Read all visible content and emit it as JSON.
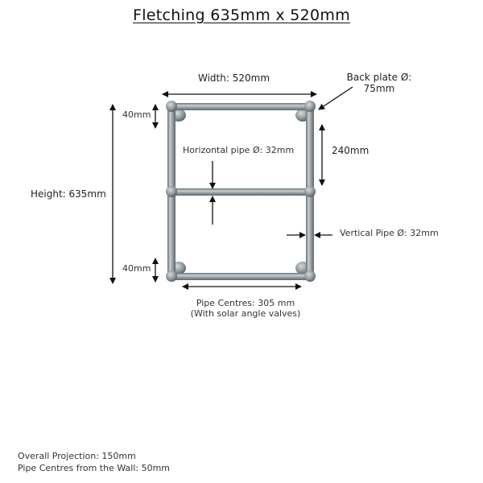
{
  "title": "Fletching 635mm x 520mm",
  "dimensions": {
    "width": "Width: 520mm",
    "back_plate_line1": "Back plate Ø:",
    "back_plate_line2": "75mm",
    "top_gap": "40mm",
    "rail_spacing": "240mm",
    "horizontal_pipe": "Horizontal pipe Ø:  32mm",
    "height": "Height: 635mm",
    "vertical_pipe": "Vertical Pipe Ø: 32mm",
    "bottom_gap": "40mm",
    "pipe_centres_line1": "Pipe Centres: 305 mm",
    "pipe_centres_line2": "(With solar angle valves)"
  },
  "footer": {
    "overall_projection": "Overall Projection: 150mm",
    "pipe_centres_wall": "Pipe Centres from the Wall: 50mm"
  },
  "colors": {
    "pipe": "#8e969a",
    "pipe_dark": "#5f676b",
    "pipe_light": "#c9cfd2",
    "dimension_line": "#111111"
  }
}
